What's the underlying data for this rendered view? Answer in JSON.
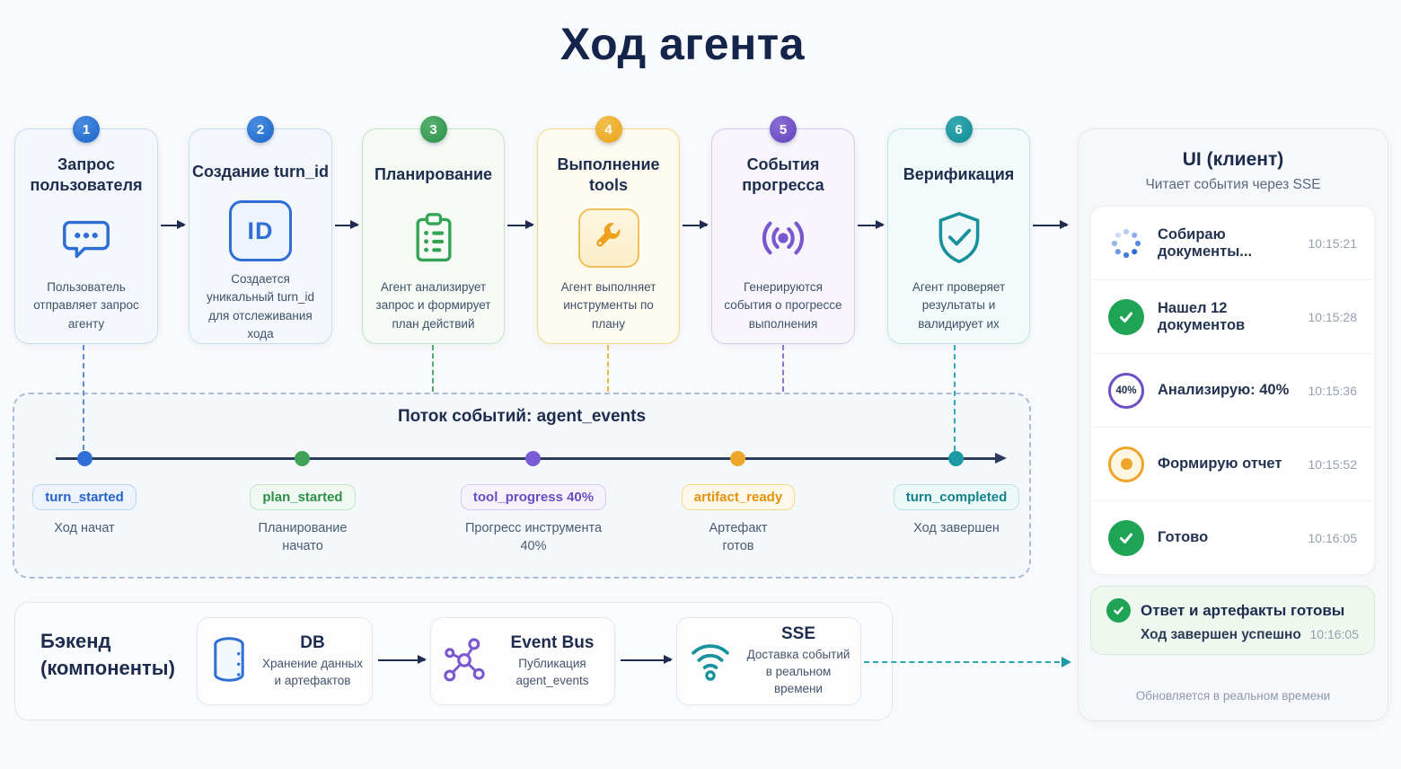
{
  "title": "Ход агента",
  "colors": {
    "navy": "#1d2c4e",
    "blue": "#2e6fd4",
    "green": "#2f9e50",
    "yellow": "#eda41c",
    "purple": "#6d4ec4",
    "teal": "#13929e",
    "timeline": "#2b3c5c",
    "success": "#1fa355"
  },
  "steps": [
    {
      "num": "1",
      "title": "Запрос пользователя",
      "desc": "Пользователь отправляет запрос агенту",
      "icon": "chat-icon"
    },
    {
      "num": "2",
      "title": "Создание turn_id",
      "desc": "Создается уникальный turn_id для отслеживания хода",
      "icon": "id-icon",
      "icon_text": "ID"
    },
    {
      "num": "3",
      "title": "Планирование",
      "desc": "Агент анализирует запрос и формирует план действий",
      "icon": "clipboard-icon"
    },
    {
      "num": "4",
      "title": "Выполнение tools",
      "desc": "Агент выполняет инструменты по плану",
      "icon": "wrench-icon"
    },
    {
      "num": "5",
      "title": "События прогресса",
      "desc": "Генерируются события о прогрессе выполнения",
      "icon": "broadcast-icon"
    },
    {
      "num": "6",
      "title": "Верификация",
      "desc": "Агент проверяет результаты и валидирует их",
      "icon": "shield-check-icon"
    }
  ],
  "events_box": {
    "title": "Поток событий: agent_events",
    "events": [
      {
        "badge": "turn_started",
        "label": "Ход начат"
      },
      {
        "badge": "plan_started",
        "label": "Планирование начато"
      },
      {
        "badge": "tool_progress 40%",
        "label": "Прогресс инструмента 40%"
      },
      {
        "badge": "artifact_ready",
        "label": "Артефакт готов"
      },
      {
        "badge": "turn_completed",
        "label": "Ход завершен"
      }
    ]
  },
  "backend": {
    "label": "Бэкенд (компоненты)",
    "components": [
      {
        "name": "DB",
        "desc": "Хранение данных и артефактов",
        "icon": "database-icon"
      },
      {
        "name": "Event Bus",
        "desc": "Публикация agent_events",
        "icon": "network-icon"
      },
      {
        "name": "SSE",
        "desc": "Доставка событий в реальном времени",
        "icon": "wifi-icon"
      }
    ]
  },
  "ui_panel": {
    "title": "UI (клиент)",
    "subtitle": "Читает события через SSE",
    "items": [
      {
        "label": "Собираю документы...",
        "time": "10:15:21",
        "icon": "spinner-icon"
      },
      {
        "label": "Нашел 12 документов",
        "time": "10:15:28",
        "icon": "check-icon"
      },
      {
        "label": "Анализирую: 40%",
        "time": "10:15:36",
        "icon": "progress-ring-icon",
        "icon_text": "40%"
      },
      {
        "label": "Формирую отчет",
        "time": "10:15:52",
        "icon": "dot-icon"
      },
      {
        "label": "Готово",
        "time": "10:16:05",
        "icon": "check-icon"
      }
    ],
    "result": {
      "title": "Ответ и артефакты готовы",
      "subtitle": "Ход завершен успешно",
      "time": "10:16:05"
    },
    "footer": "Обновляется в реальном времени"
  }
}
